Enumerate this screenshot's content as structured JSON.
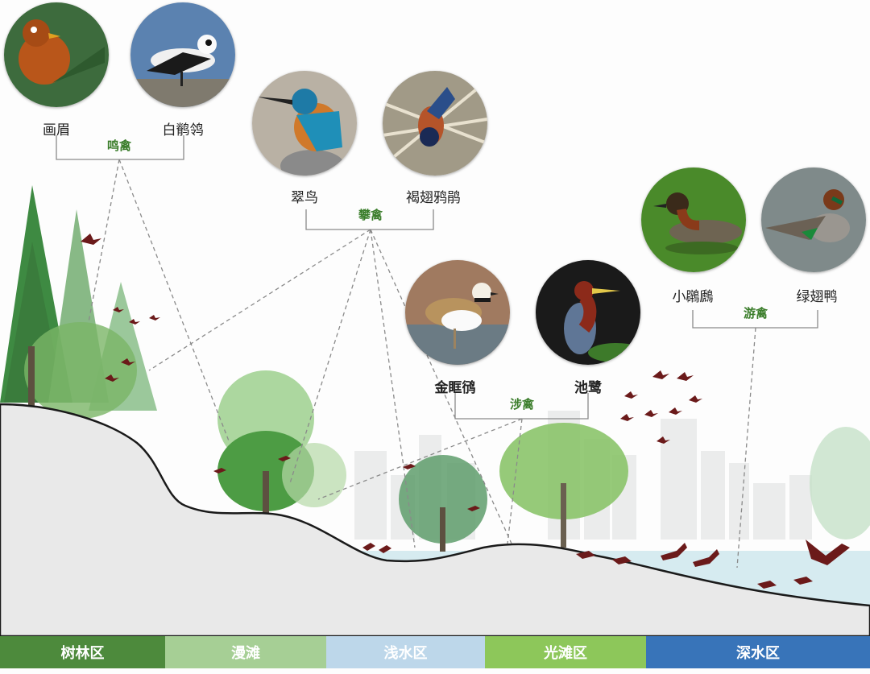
{
  "groups": [
    {
      "label": "鸣禽",
      "birds": [
        "画眉",
        "白鹡鸰"
      ]
    },
    {
      "label": "攀禽",
      "birds": [
        "翠鸟",
        "褐翅鸦鹃"
      ]
    },
    {
      "label": "涉禽",
      "birds": [
        "金眶鸻",
        "池鹭"
      ]
    },
    {
      "label": "游禽",
      "birds": [
        "小鸊鷉",
        "绿翅鸭"
      ]
    }
  ],
  "zones": [
    {
      "label": "树林区",
      "color": "#4d8a3c"
    },
    {
      "label": "漫滩",
      "color": "#a6cf95"
    },
    {
      "label": "浅水区",
      "color": "#bdd7ea"
    },
    {
      "label": "光滩区",
      "color": "#8dc75a"
    },
    {
      "label": "深水区",
      "color": "#3874b9"
    }
  ],
  "colors": {
    "group_label": "#3a7d2a",
    "connector": "#8a8a8a",
    "bird_silhouette": "#6b1a1a"
  }
}
